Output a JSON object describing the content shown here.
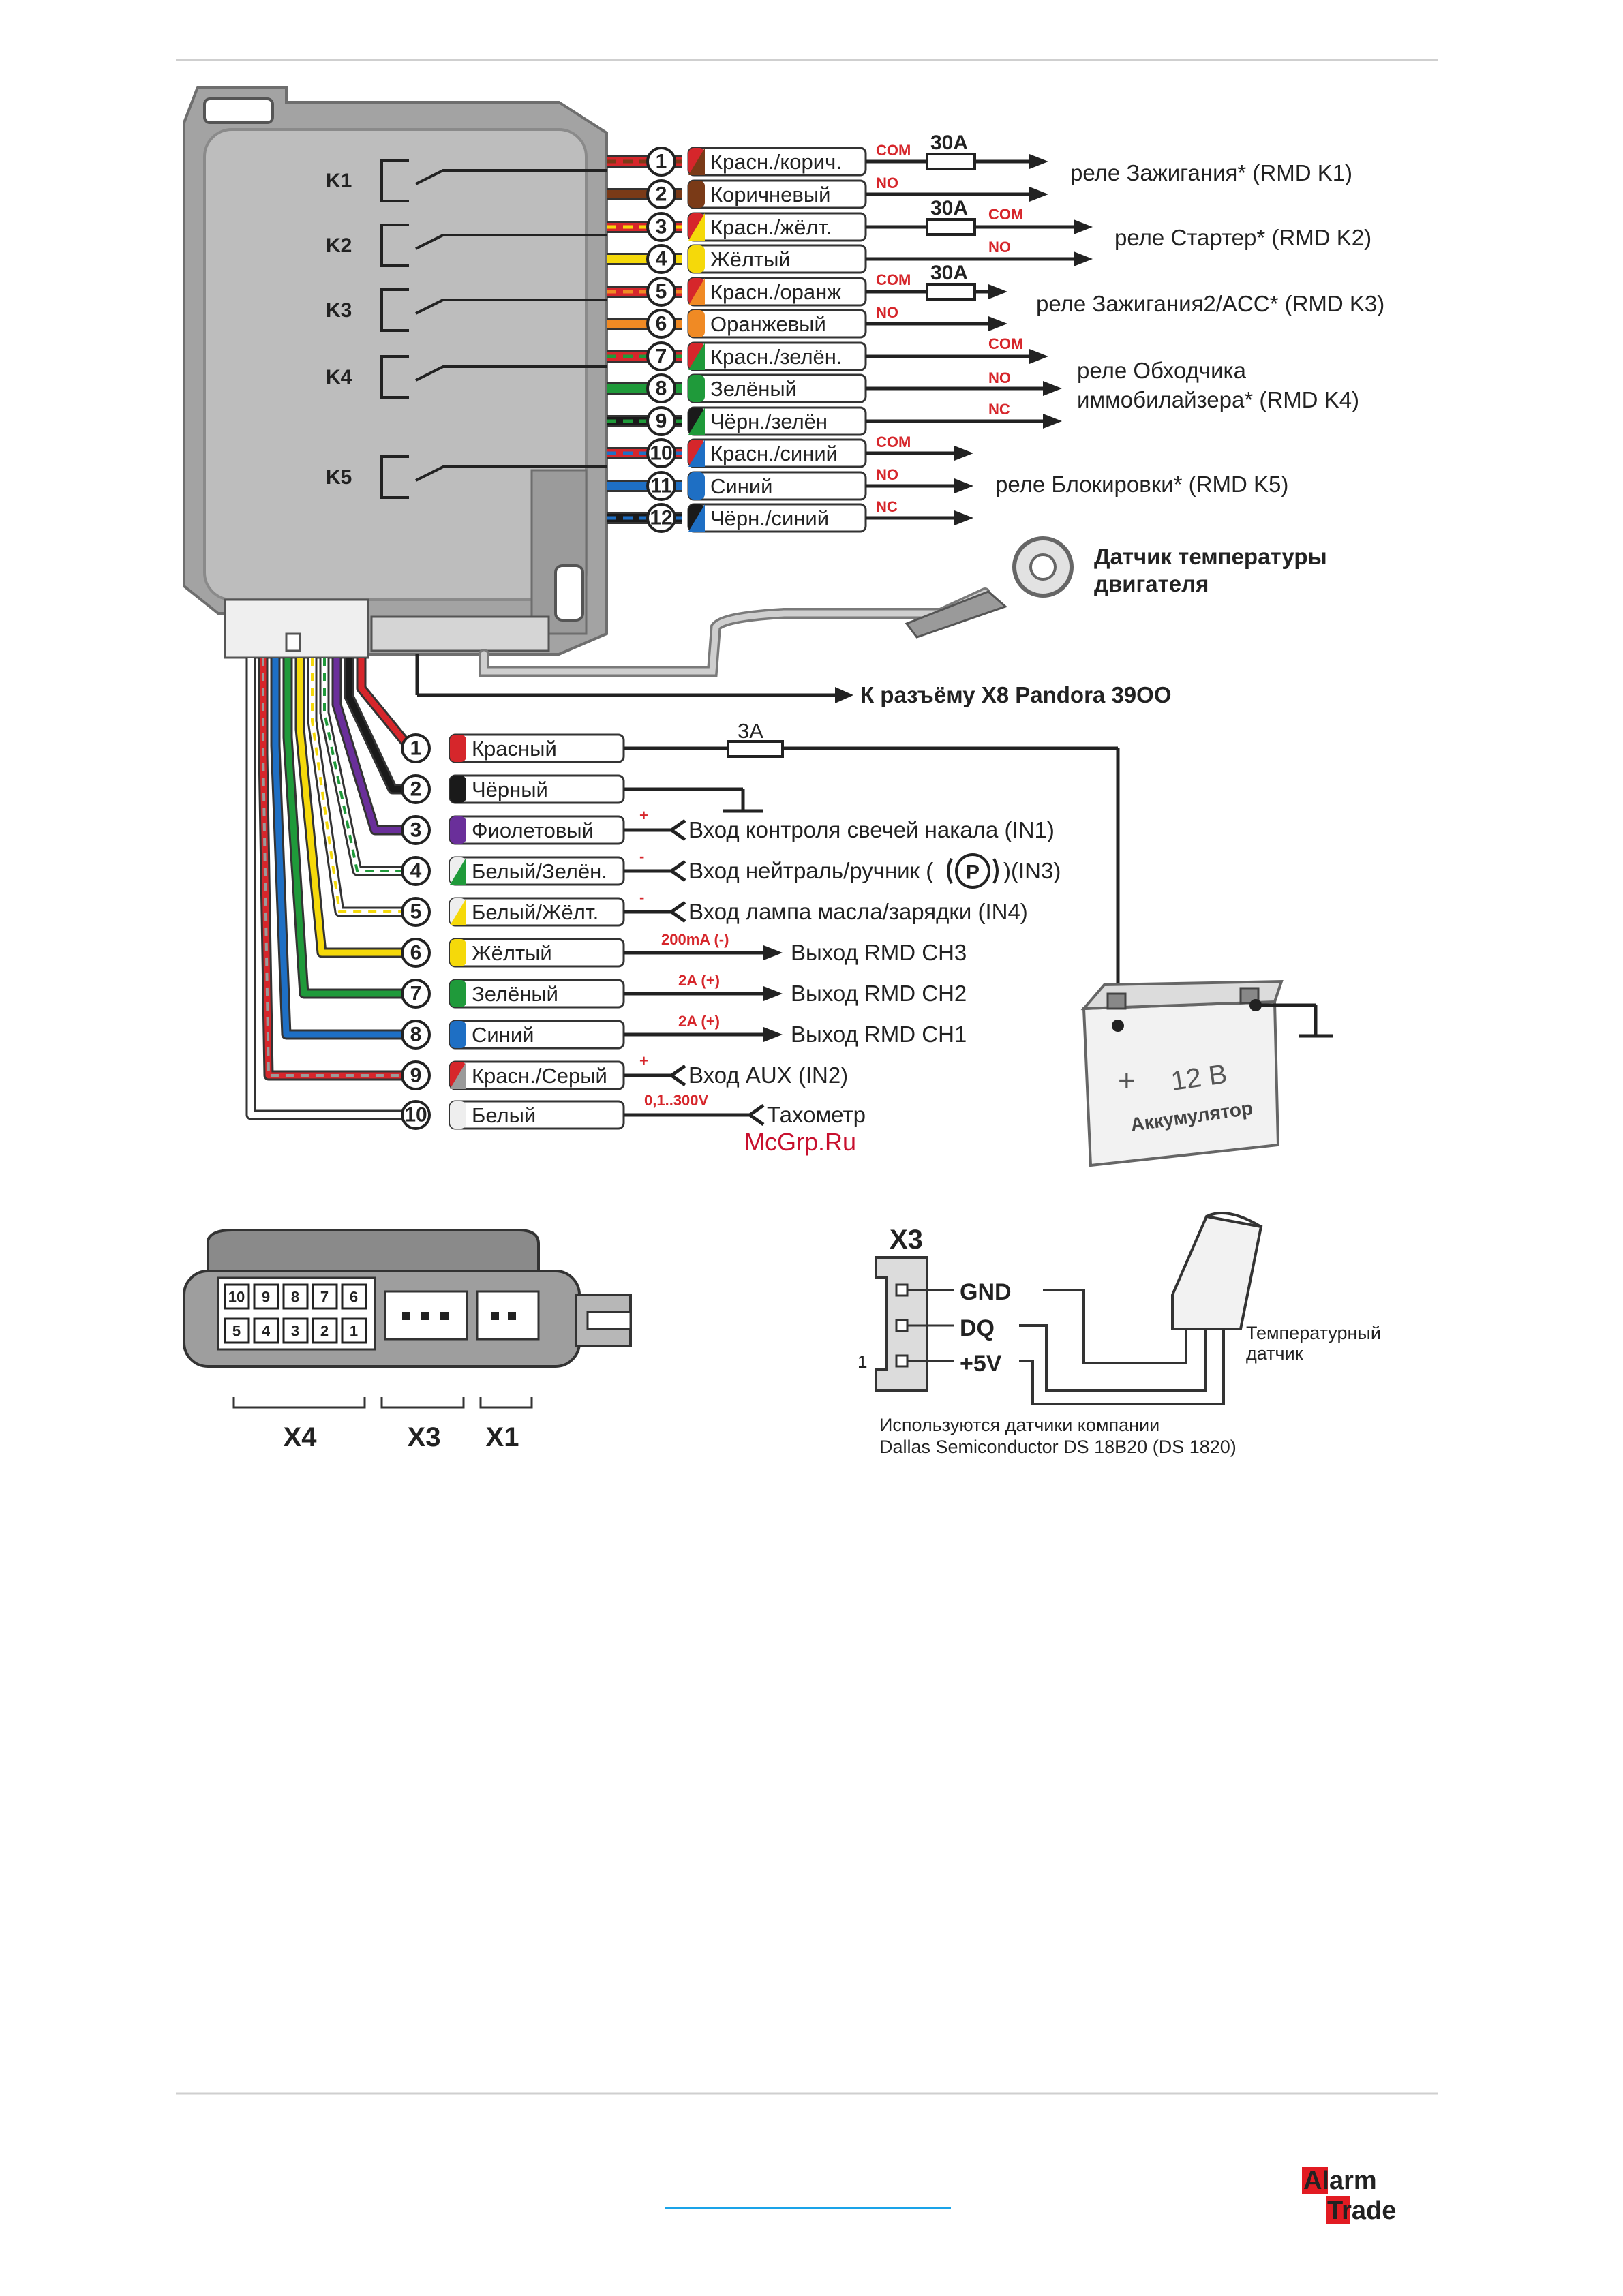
{
  "colors": {
    "accent": "#d6262b",
    "body": "#a9a9a9",
    "wire_outline": "#333333"
  },
  "relay_block": {
    "relays": [
      "K1",
      "K2",
      "K3",
      "K4",
      "K5"
    ],
    "wires": [
      {
        "num": "1",
        "label": "Красн./корич.",
        "color": "#d6262b",
        "stripe": "#7a3a17"
      },
      {
        "num": "2",
        "label": "Коричневый",
        "color": "#7a3a17",
        "stripe": ""
      },
      {
        "num": "3",
        "label": "Красн./жёлт.",
        "color": "#d6262b",
        "stripe": "#f5d90a"
      },
      {
        "num": "4",
        "label": "Жёлтый",
        "color": "#f5d90a",
        "stripe": ""
      },
      {
        "num": "5",
        "label": "Красн./оранж",
        "color": "#d6262b",
        "stripe": "#f08a24"
      },
      {
        "num": "6",
        "label": "Оранжевый",
        "color": "#f08a24",
        "stripe": ""
      },
      {
        "num": "7",
        "label": "Красн./зелён.",
        "color": "#d6262b",
        "stripe": "#1f9a3a"
      },
      {
        "num": "8",
        "label": "Зелёный",
        "color": "#1f9a3a",
        "stripe": ""
      },
      {
        "num": "9",
        "label": "Чёрн./зелён",
        "color": "#1a1a1a",
        "stripe": "#1f9a3a"
      },
      {
        "num": "10",
        "label": "Красн./синий",
        "color": "#d6262b",
        "stripe": "#1e6fc4"
      },
      {
        "num": "11",
        "label": "Синий",
        "color": "#1e6fc4",
        "stripe": ""
      },
      {
        "num": "12",
        "label": "Чёрн./синий",
        "color": "#1a1a1a",
        "stripe": "#1e6fc4"
      }
    ],
    "tags": {
      "com": "COM",
      "no": "NO",
      "nc": "NC"
    },
    "fuse": "30A",
    "destinations": {
      "k1": "реле Зажигания* (RMD K1)",
      "k2": "реле Стартер* (RMD K2)",
      "k3": "реле Зажигания2/ACC* (RMD K3)",
      "k4_line1": "реле Обходчика",
      "k4_line2": "иммобилайзера* (RMD K4)",
      "k5": "реле Блокировки* (RMD K5)"
    }
  },
  "temp_sensor": {
    "line1": "Датчик температуры",
    "line2": "двигателя"
  },
  "x8_label": "К разъёму X8 Pandora 39OO",
  "main_connector": {
    "wires": [
      {
        "num": "1",
        "label": "Красный",
        "color": "#d6262b",
        "stripe": "",
        "tag": "",
        "dest": ""
      },
      {
        "num": "2",
        "label": "Чёрный",
        "color": "#1a1a1a",
        "stripe": "",
        "tag": "",
        "dest": ""
      },
      {
        "num": "3",
        "label": "Фиолетовый",
        "color": "#6a2f9a",
        "stripe": "",
        "tag": "+",
        "dest": "Вход контроля свечей накала (IN1)"
      },
      {
        "num": "4",
        "label": "Белый/Зелён.",
        "color": "#ffffff",
        "stripe": "#1f9a3a",
        "tag": "-",
        "dest": "Вход нейтраль/ручник ("
      },
      {
        "num": "5",
        "label": "Белый/Жёлт.",
        "color": "#ffffff",
        "stripe": "#f5d90a",
        "tag": "-",
        "dest": "Вход лампа масла/зарядки (IN4)"
      },
      {
        "num": "6",
        "label": "Жёлтый",
        "color": "#f5d90a",
        "stripe": "",
        "tag": "200mA (-)",
        "dest": "Выход RMD CH3"
      },
      {
        "num": "7",
        "label": "Зелёный",
        "color": "#1f9a3a",
        "stripe": "",
        "tag": "2A (+)",
        "dest": "Выход RMD CH2"
      },
      {
        "num": "8",
        "label": "Синий",
        "color": "#1e6fc4",
        "stripe": "",
        "tag": "2A (+)",
        "dest": "Выход RMD CH1"
      },
      {
        "num": "9",
        "label": "Красн./Серый",
        "color": "#d6262b",
        "stripe": "#9a9a9a",
        "tag": "+",
        "dest": "Вход AUX (IN2)"
      },
      {
        "num": "10",
        "label": "Белый",
        "color": "#ffffff",
        "stripe": "",
        "tag": "0,1..300V",
        "dest": "Тахометр"
      }
    ],
    "in3_suffix": ")(IN3)",
    "fuse": "3A"
  },
  "battery": {
    "voltage": "12 В",
    "label": "Аккумулятор"
  },
  "watermark": "McGrp.Ru",
  "connectors": {
    "x4_row1": [
      "10",
      "9",
      "8",
      "7",
      "6"
    ],
    "x4_row2": [
      "5",
      "4",
      "3",
      "2",
      "1"
    ],
    "labels": [
      "X4",
      "X3",
      "X1"
    ]
  },
  "x3_pinout": {
    "title": "X3",
    "pins": [
      "GND",
      "DQ",
      "+5V"
    ],
    "pin1": "1",
    "sensor_line1": "Температурный",
    "sensor_line2": "датчик",
    "note_line1": "Используются датчики компании",
    "note_line2": "Dallas Semiconductor DS 18B20 (DS 1820)"
  },
  "logo": {
    "line1": "Alarm",
    "line2": "Trade"
  }
}
